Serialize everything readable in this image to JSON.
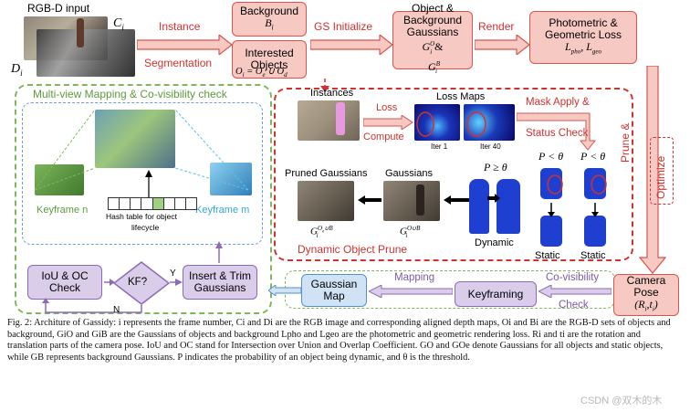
{
  "input": {
    "title": "RGB-D input",
    "c_label": "C",
    "c_sub": "i",
    "d_label": "D",
    "d_sub": "i"
  },
  "arrows_top": {
    "instance": "Instance",
    "segmentation": "Segmentation",
    "gs_initialize": "GS Initialize",
    "render": "Render"
  },
  "background_box": {
    "title": "Background",
    "sym": "B",
    "sub": "i"
  },
  "objects_box": {
    "line1": "Interested",
    "line2": "Objects",
    "formula": "O",
    "formula_rest": "= O",
    "e": "e",
    "cup": "∪ O",
    "d": "d"
  },
  "gaussians_box": {
    "line1": "Object &",
    "line2": "Background",
    "line3": "Gaussians",
    "g": "G",
    "o": "O",
    "amp": "&",
    "b": "B"
  },
  "loss_box": {
    "line1": "Photometric &",
    "line2": "Geometric Loss",
    "lpho": "pho",
    "lgeo": "geo"
  },
  "prune_optimize": {
    "prune": "Prune &",
    "optimize": "Optimize"
  },
  "dynamic_panel": {
    "instances": "Instances",
    "loss_maps": "Loss Maps",
    "loss": "Loss",
    "compute": "Compute",
    "iter1": "Iter 1",
    "iter40": "Iter 40",
    "mask_apply": "Mask Apply &",
    "status_check": "Status Check",
    "pruned_gaussians": "Pruned Gaussians",
    "gaussians": "Gaussians",
    "p_ge": "P ≥ θ",
    "p_lt1": "P < θ",
    "p_lt2": "P < θ",
    "dynamic": "Dynamic",
    "static1": "Static",
    "static2": "Static",
    "title": "Dynamic Object Prune"
  },
  "mapping_panel": {
    "title": "Multi-view Mapping & Co-visibility check",
    "keyframe_n": "Keyframe n",
    "keyframe_m": "Keyframe m",
    "hash_table": "Hash table for object",
    "lifecycle": "lifecycle"
  },
  "loop": {
    "iou_line1": "IoU & OC",
    "iou_line2": "Check",
    "kf": "KF?",
    "yes": "Y",
    "no": "N",
    "insert_line1": "Insert & Trim",
    "insert_line2": "Gaussians"
  },
  "bottom": {
    "gaussian_map_1": "Gaussian",
    "gaussian_map_2": "Map",
    "mapping": "Mapping",
    "keyframing": "Keyframing",
    "covis": "Co-visibility",
    "check": "Check",
    "camera_1": "Camera",
    "camera_2": "Pose"
  },
  "caption": "Fig. 2: Architure of Gassidy: i represents the frame number, Ci and Di are the RGB image and corresponding aligned depth maps, Oi and Bi are the RGB-D sets of objects and background, GiO and GiB are the Gaussians of objects and background Lpho and Lgeo are the photometric and geometric rendering loss. Ri and ti are the rotation and translation parts of the camera pose. IoU and OC stand for Intersection over Union and Overlap Coefficient. GO and GOe denote Gaussians for all objects and static objects, while GB represents background Gaussians. P indicates the probability of an object being dynamic, and θ is the threshold.",
  "watermark": "CSDN @双木的木",
  "colors": {
    "red": "#d2312d",
    "purple": "#7d5aa8",
    "green": "#5e9a3c",
    "blue": "#3b7ec4"
  }
}
